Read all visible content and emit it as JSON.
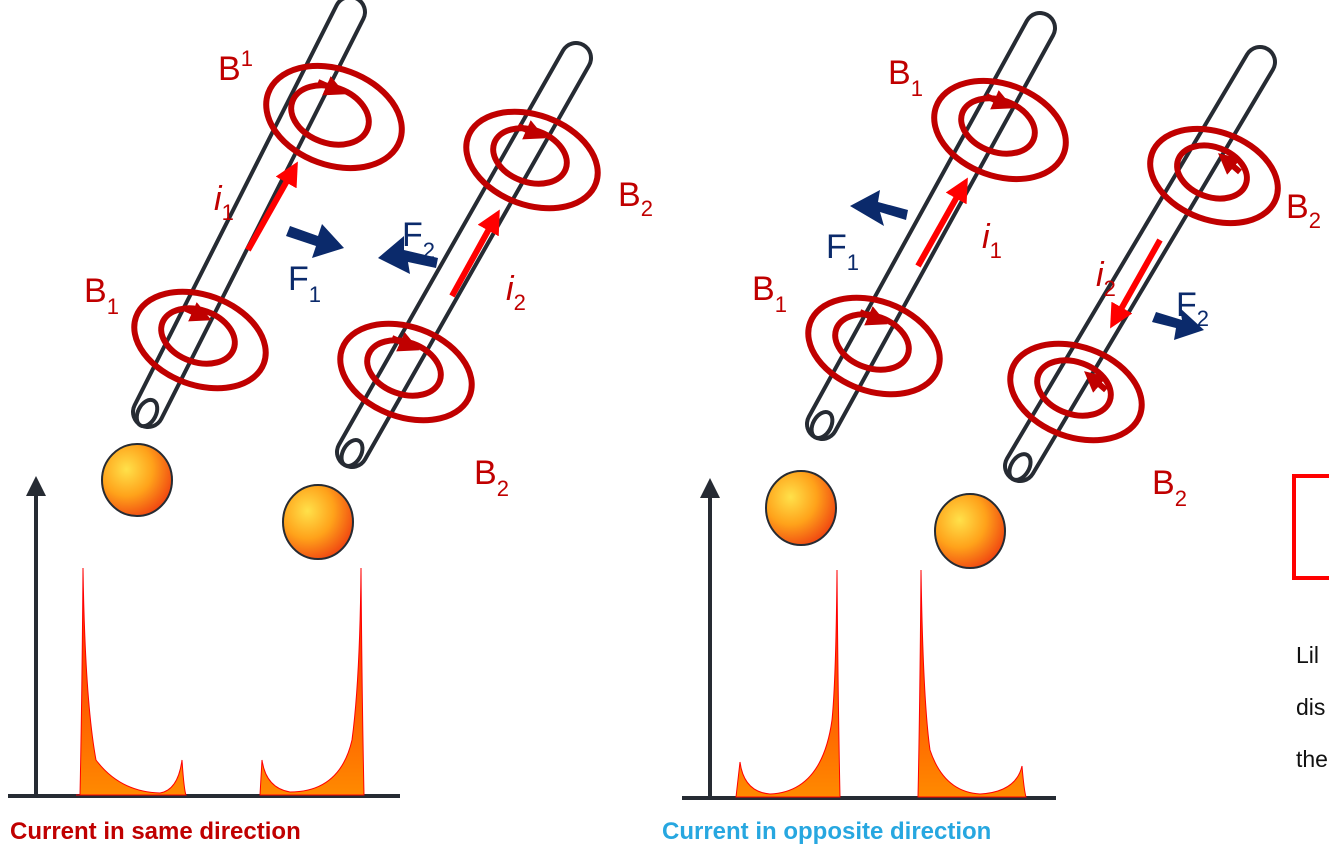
{
  "colors": {
    "wire_stroke": "#262b33",
    "field_loop": "#c00000",
    "current_arrow": "#ff0000",
    "force_arrow": "#0b2a6b",
    "label_red": "#c00000",
    "caption_same": "#c00000",
    "caption_opposite": "#27a7e0",
    "spectrum": "#ff2a00",
    "axis": "#262b33"
  },
  "left_panel": {
    "caption": "Current in same direction",
    "wire1": {
      "field_top": "B",
      "field_top_sub": "1",
      "field_bottom": "B",
      "field_bottom_sub": "1",
      "current": "i",
      "current_sub": "1",
      "force": "F",
      "force_sub": "1"
    },
    "wire2": {
      "field_top": "B",
      "field_top_sub": "2",
      "field_bottom": "B",
      "field_bottom_sub": "2",
      "current": "i",
      "current_sub": "2",
      "force": "F",
      "force_sub": "2"
    }
  },
  "right_panel": {
    "caption": "Current in opposite direction",
    "wire1": {
      "field_top": "B",
      "field_top_sub": "1",
      "field_bottom": "B",
      "field_bottom_sub": "1",
      "current": "i",
      "current_sub": "1",
      "force": "F",
      "force_sub": "1"
    },
    "wire2": {
      "field_top": "B",
      "field_top_sub": "2",
      "field_bottom": "B",
      "field_bottom_sub": "2",
      "current": "i",
      "current_sub": "2",
      "force": "F",
      "force_sub": "2"
    }
  },
  "side_text": {
    "line1": "Lil",
    "line2": "dis",
    "line3": "the"
  }
}
